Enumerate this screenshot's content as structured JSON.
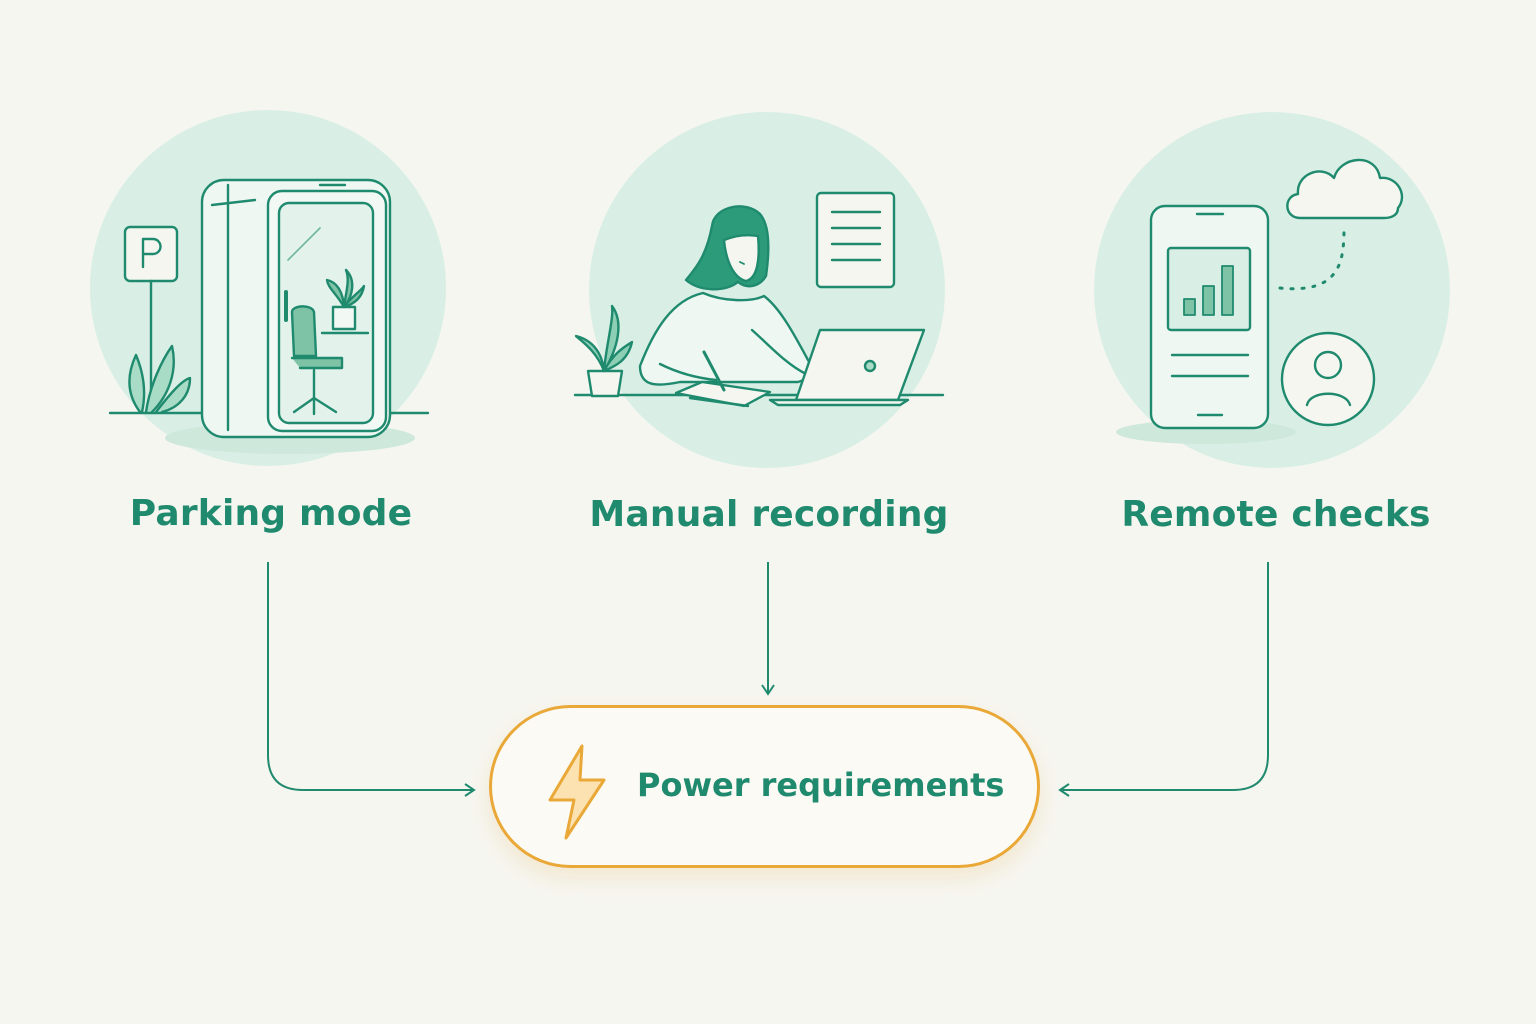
{
  "nodes": {
    "parking": {
      "label": "Parking mode",
      "icon": "parking-booth-icon"
    },
    "manual": {
      "label": "Manual recording",
      "icon": "person-writing-at-laptop-icon"
    },
    "remote": {
      "label": "Remote checks",
      "icon": "phone-cloud-user-icon"
    }
  },
  "target": {
    "label": "Power requirements",
    "icon": "lightning-bolt-icon"
  },
  "colors": {
    "primary": "#1f8a6e",
    "circle_fill": "#d9efe5",
    "accent": "#e9a837",
    "background": "#f6f6f1"
  }
}
